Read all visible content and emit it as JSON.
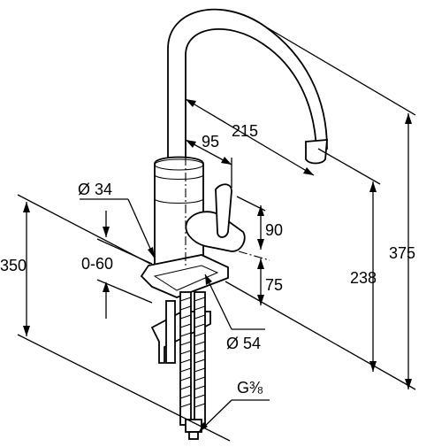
{
  "dimensions": {
    "reach": "215",
    "lever_offset": "95",
    "spout_diameter": "Ø 34",
    "lever_height": "90",
    "mount_height": "350",
    "deck_thickness": "0-60",
    "base_height": "75",
    "outlet_height": "238",
    "total_height": "375",
    "hole_diameter": "Ø 54",
    "connection_thread": "G⅜"
  }
}
